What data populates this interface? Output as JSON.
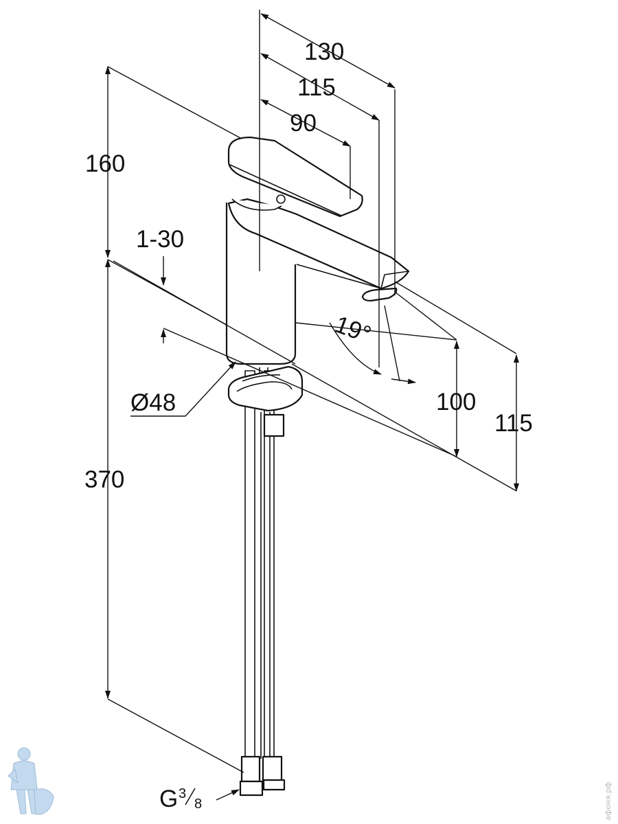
{
  "dimensions": {
    "spout_reach_130": "130",
    "spout_reach_115": "115",
    "lever_reach_90": "90",
    "total_height_160": "160",
    "deck_thickness": "1-30",
    "spout_angle": "19°",
    "spout_height_100": "100",
    "spout_height_115": "115",
    "body_diameter": "Ø48",
    "hose_length_370": "370",
    "connection_prefix": "G",
    "connection_fraction_num": "3",
    "connection_fraction_den": "8"
  },
  "watermark": {
    "text": "афоня.рф"
  },
  "colors": {
    "line": "#111111",
    "background": "#ffffff",
    "watermark_blue": "#b9d3ea"
  },
  "icons": [
    "plumber-logo"
  ]
}
